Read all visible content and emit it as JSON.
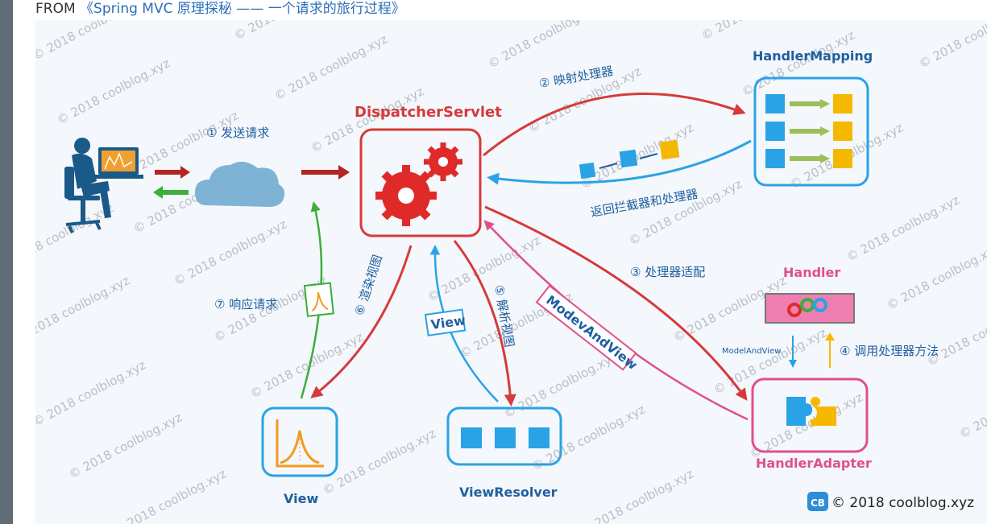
{
  "source": {
    "prefix": "FROM",
    "link_text": "《Spring MVC 原理探秘 —— 一个请求的旅行过程》"
  },
  "diagram": {
    "watermark": "© 2018 coolblog.xyz",
    "nodes": {
      "dispatcher": "DispatcherServlet",
      "handler_mapping": "HandlerMapping",
      "handler": "Handler",
      "handler_adapter": "HandlerAdapter",
      "view_resolver": "ViewResolver",
      "view": "View"
    },
    "steps": {
      "s1": "① 发送请求",
      "s2": "② 映射处理器",
      "s2_return": "返回拦截器和处理器",
      "s3": "③ 处理器适配",
      "s4": "④ 调用处理器方法",
      "s5": "⑤ 解析视图",
      "s6": "⑥ 渲染视图",
      "s7": "⑦ 响应请求"
    },
    "tags": {
      "model_and_view_small": "ModelAndView",
      "modev_and_view": "ModevAndView",
      "view_tag": "View"
    },
    "copyright": {
      "badge": "CB",
      "text": "© 2018 coolblog.xyz"
    }
  },
  "colors": {
    "red": "#d63a3a",
    "blue": "#2aa3e6",
    "pink": "#e0508a",
    "green": "#3cae3c",
    "yellow": "#f5b800",
    "text_blue": "#1f5fa0"
  }
}
